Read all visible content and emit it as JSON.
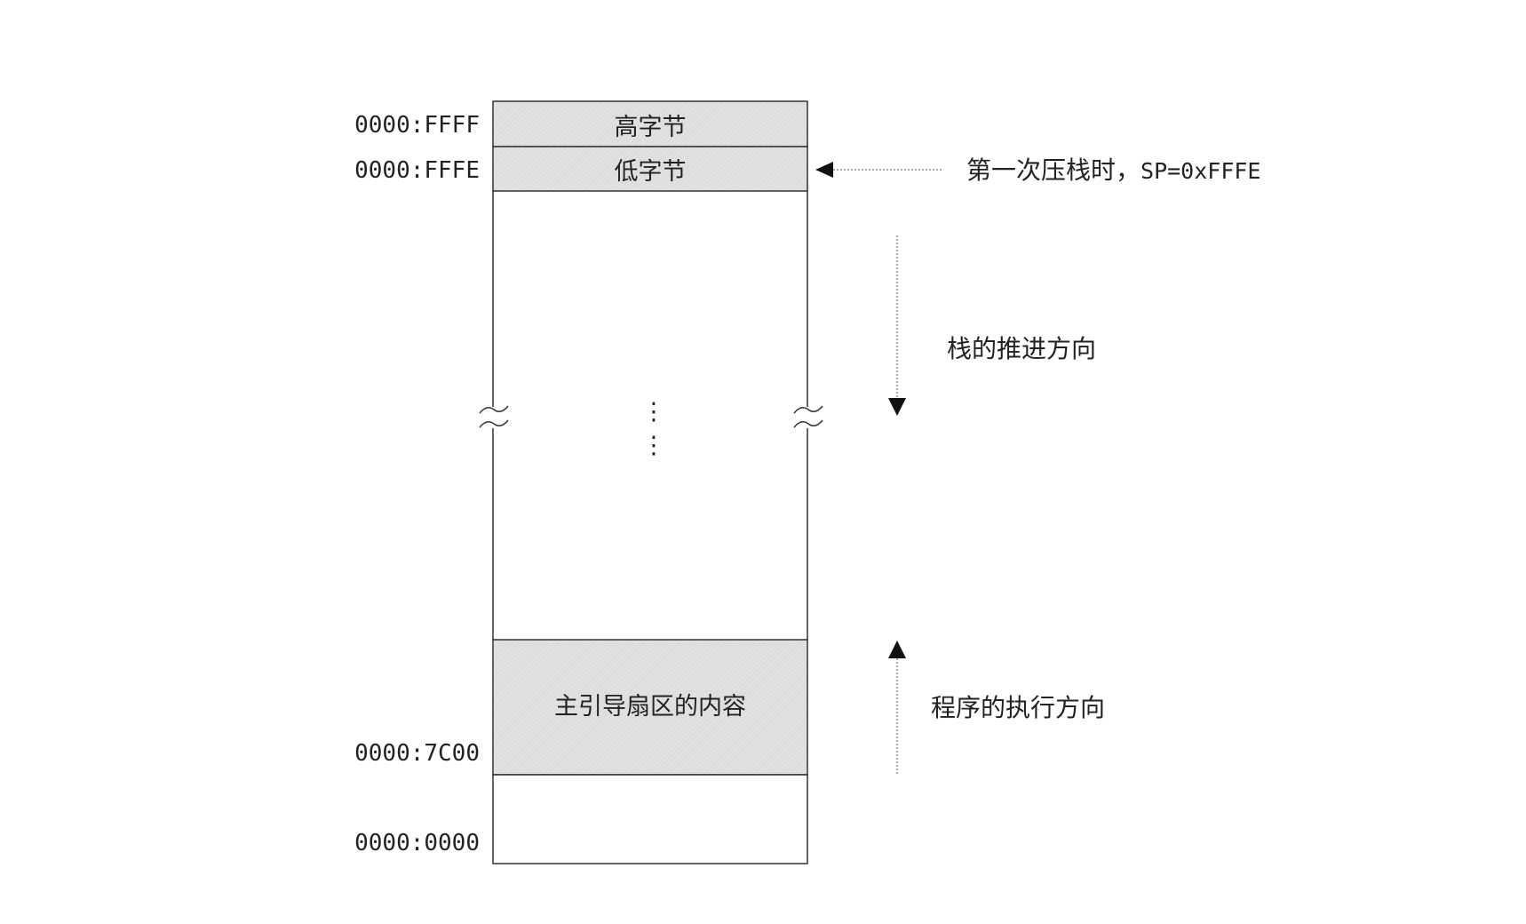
{
  "memory": {
    "high_byte_label": "高字节",
    "low_byte_label": "低字节",
    "boot_sector_label": "主引导扇区的内容",
    "ellipsis": "⋮"
  },
  "addresses": {
    "top": "0000:FFFF",
    "second": "0000:FFFE",
    "boot": "0000:7C00",
    "bottom": "0000:0000"
  },
  "annotations": {
    "first_push_prefix": "第一次压栈时，",
    "first_push_value": "SP=0xFFFE",
    "stack_direction": "栈的推进方向",
    "program_direction": "程序的执行方向"
  },
  "colors": {
    "cell_fill": "#e1e1e1",
    "stroke": "#333333",
    "background": "#ffffff"
  }
}
